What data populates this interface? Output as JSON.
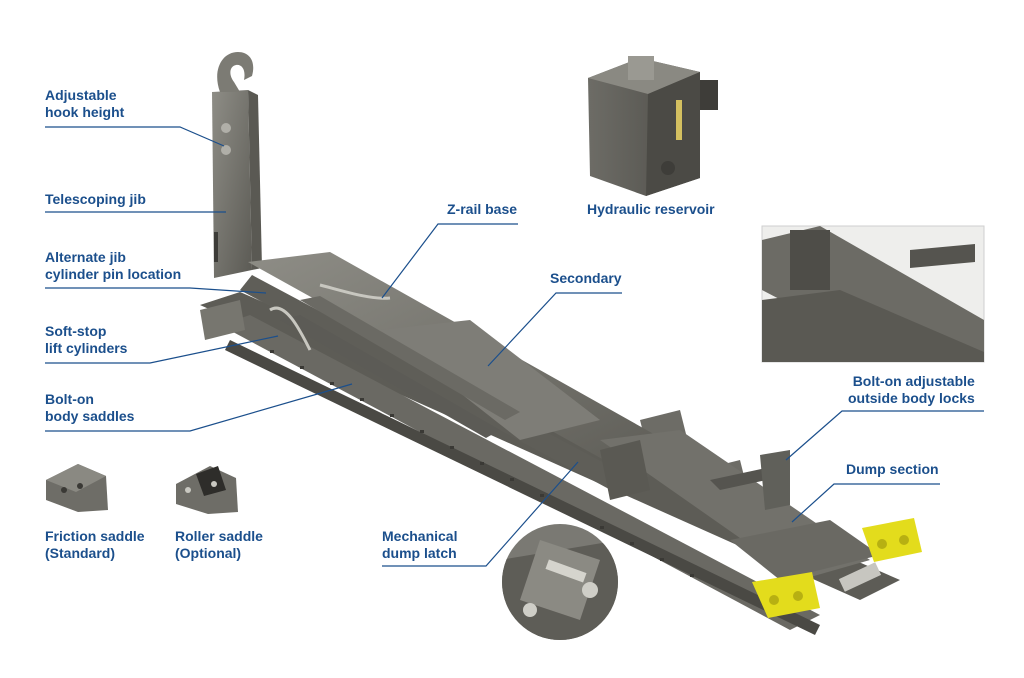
{
  "colors": {
    "label_text": "#1b4f8c",
    "leader_line": "#1b4f8c",
    "steel_dark": "#55544f",
    "steel_mid": "#706f69",
    "steel_light": "#8e8d86",
    "safety_yellow": "#e3dc1c",
    "inset_border": "#cfcfcf"
  },
  "labels": {
    "adjustable_hook_height": [
      "Adjustable",
      "hook height"
    ],
    "telescoping_jib": [
      "Telescoping jib"
    ],
    "alternate_jib": [
      "Alternate jib",
      "cylinder pin location"
    ],
    "soft_stop": [
      "Soft-stop",
      "lift cylinders"
    ],
    "bolt_on_saddles": [
      "Bolt-on",
      "body saddles"
    ],
    "friction_saddle": [
      "Friction saddle",
      "(Standard)"
    ],
    "roller_saddle": [
      "Roller saddle",
      "(Optional)"
    ],
    "z_rail_base": [
      "Z-rail base"
    ],
    "hydraulic_reservoir": [
      "Hydraulic reservoir"
    ],
    "secondary": [
      "Secondary"
    ],
    "body_locks": [
      "Bolt-on adjustable",
      "outside body locks"
    ],
    "dump_section": [
      "Dump section"
    ],
    "dump_latch": [
      "Mechanical",
      "dump latch"
    ]
  },
  "icons": {
    "hook": "hook-icon",
    "reservoir": "hydraulic-tank-icon",
    "friction_saddle": "friction-saddle-icon",
    "roller_saddle": "roller-saddle-icon",
    "body_lock_inset": "body-lock-closeup-image",
    "dump_latch_inset": "dump-latch-closeup-image"
  }
}
